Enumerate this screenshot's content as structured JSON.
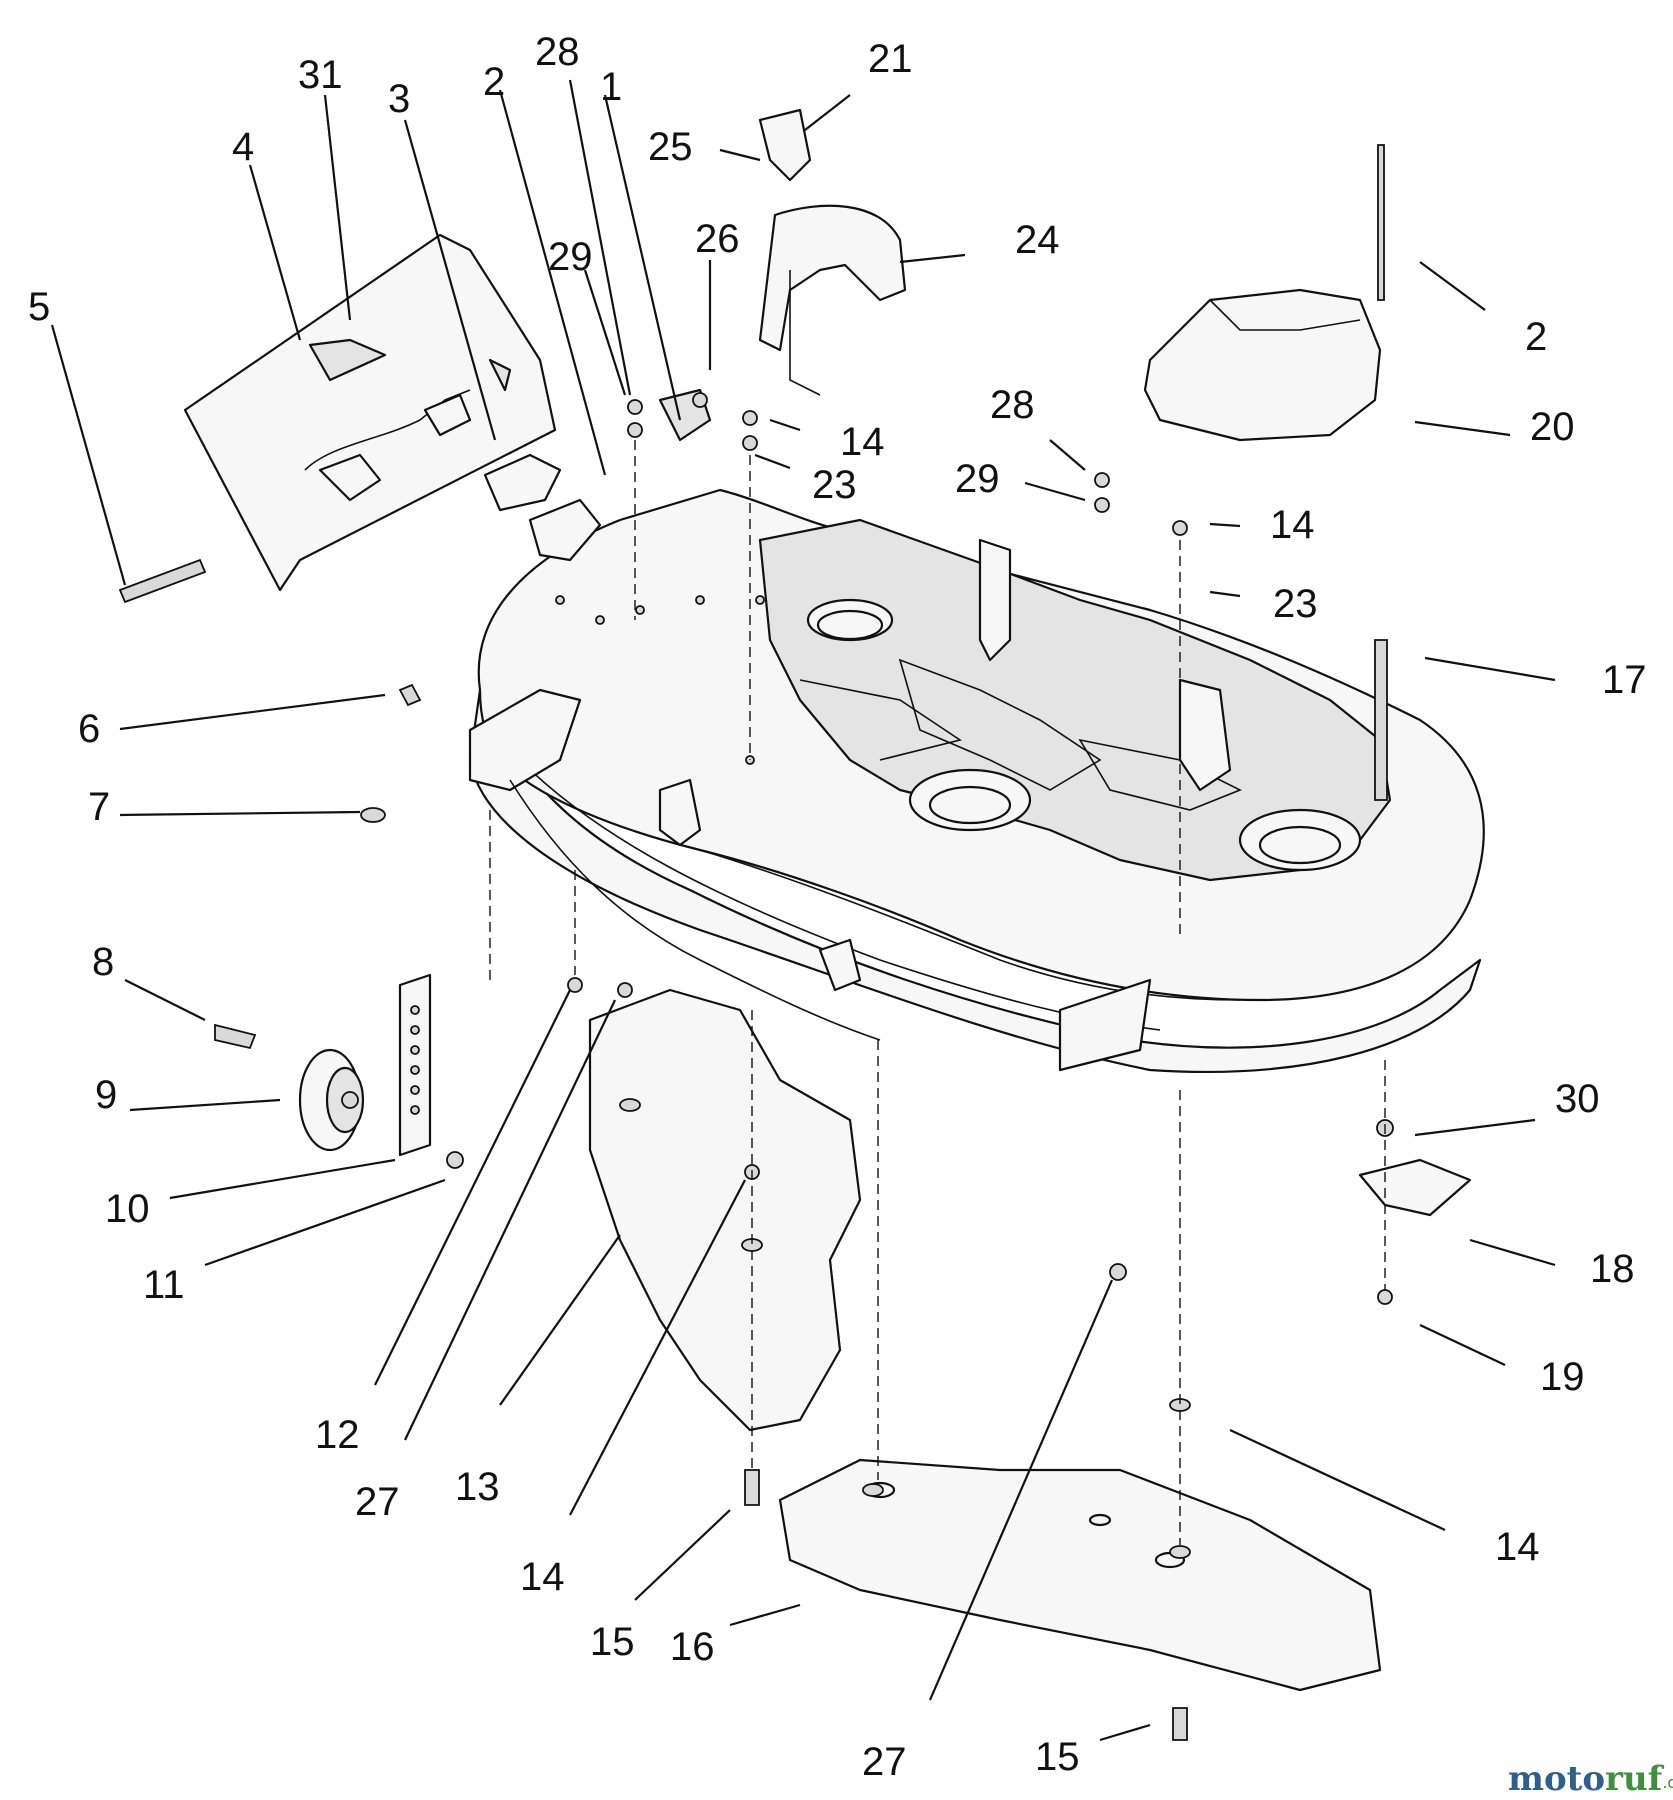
{
  "diagram": {
    "callouts": [
      {
        "id": "c-5",
        "label": "5"
      },
      {
        "id": "c-4",
        "label": "4"
      },
      {
        "id": "c-31",
        "label": "31"
      },
      {
        "id": "c-3",
        "label": "3"
      },
      {
        "id": "c-2a",
        "label": "2"
      },
      {
        "id": "c-28a",
        "label": "28"
      },
      {
        "id": "c-1",
        "label": "1"
      },
      {
        "id": "c-29a",
        "label": "29"
      },
      {
        "id": "c-26",
        "label": "26"
      },
      {
        "id": "c-21",
        "label": "21"
      },
      {
        "id": "c-25",
        "label": "25"
      },
      {
        "id": "c-24",
        "label": "24"
      },
      {
        "id": "c-14a",
        "label": "14"
      },
      {
        "id": "c-23a",
        "label": "23"
      },
      {
        "id": "c-2b",
        "label": "2"
      },
      {
        "id": "c-20",
        "label": "20"
      },
      {
        "id": "c-28b",
        "label": "28"
      },
      {
        "id": "c-29b",
        "label": "29"
      },
      {
        "id": "c-14b",
        "label": "14"
      },
      {
        "id": "c-23b",
        "label": "23"
      },
      {
        "id": "c-17",
        "label": "17"
      },
      {
        "id": "c-6",
        "label": "6"
      },
      {
        "id": "c-7",
        "label": "7"
      },
      {
        "id": "c-8",
        "label": "8"
      },
      {
        "id": "c-9",
        "label": "9"
      },
      {
        "id": "c-10",
        "label": "10"
      },
      {
        "id": "c-11",
        "label": "11"
      },
      {
        "id": "c-12",
        "label": "12"
      },
      {
        "id": "c-27a",
        "label": "27"
      },
      {
        "id": "c-13",
        "label": "13"
      },
      {
        "id": "c-14c",
        "label": "14"
      },
      {
        "id": "c-15a",
        "label": "15"
      },
      {
        "id": "c-16",
        "label": "16"
      },
      {
        "id": "c-27b",
        "label": "27"
      },
      {
        "id": "c-15b",
        "label": "15"
      },
      {
        "id": "c-14d",
        "label": "14"
      },
      {
        "id": "c-30",
        "label": "30"
      },
      {
        "id": "c-18",
        "label": "18"
      },
      {
        "id": "c-19",
        "label": "19"
      }
    ]
  },
  "watermark": {
    "brand": "motoruf",
    "brand_a": "moto",
    "brand_b": "ruf",
    "suffix": ".de"
  },
  "colors": {
    "line": "#111111",
    "fill": "#f7f7f7",
    "watermark_blue": "#2f5f8c",
    "watermark_green": "#3f8f3f"
  }
}
